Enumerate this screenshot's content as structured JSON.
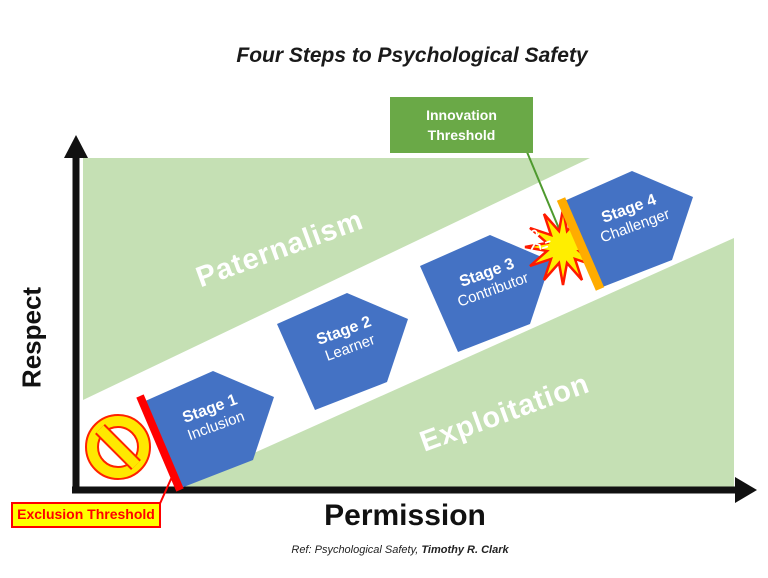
{
  "title": "Four Steps to Psychological Safety",
  "axes": {
    "y_label": "Respect",
    "x_label": "Permission"
  },
  "regions": {
    "upper_label": "Paternalism",
    "lower_label": "Exploitation"
  },
  "stages": [
    {
      "stage": "Stage 1",
      "name": "Inclusion",
      "icon": "people-group-icon"
    },
    {
      "stage": "Stage 2",
      "name": "Learner",
      "icon": "crouching-sprinter-icon"
    },
    {
      "stage": "Stage 3",
      "name": "Contributor",
      "icon": "stair-climbing-person-icon"
    },
    {
      "stage": "Stage 4",
      "name": "Challenger",
      "icon": "running-person-icon"
    }
  ],
  "callouts": {
    "innovation_threshold": {
      "line1": "Innovation",
      "line2": "Threshold"
    },
    "exclusion_threshold": {
      "label": "Exclusion Threshold"
    }
  },
  "reference": {
    "prefix": "Ref: Psychological Safety, ",
    "author": "Timothy R. Clark"
  },
  "colors": {
    "region_green": "#c5e0b4",
    "callout_green": "#6aa947",
    "stage_blue": "#4472c4",
    "threshold_red": "#ff0000",
    "threshold_orange": "#ffac00",
    "starburst_yellow": "#ffee00",
    "starburst_outline_red": "#ff1a00",
    "exclusion_label_yellow": "#ffff00",
    "axis_black": "#111111"
  }
}
